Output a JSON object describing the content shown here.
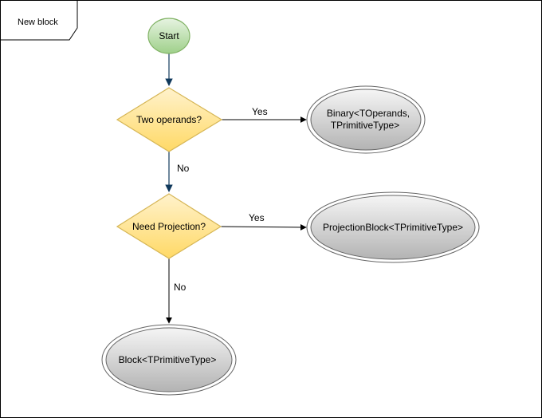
{
  "frame": {
    "title": "New block"
  },
  "nodes": {
    "start": {
      "label": "Start"
    },
    "decision_operands": {
      "label": "Two operands?"
    },
    "decision_projection": {
      "label": "Need Projection?"
    },
    "binary": {
      "label_line1": "Binary<TOperands,",
      "label_line2": "TPrimitiveType>"
    },
    "projection_block": {
      "label": "ProjectionBlock<TPrimitiveType>"
    },
    "block": {
      "label": "Block<TPrimitiveType>"
    }
  },
  "edges": {
    "operands_yes": "Yes",
    "operands_no": "No",
    "projection_yes": "Yes",
    "projection_no": "No"
  },
  "colors": {
    "start_fill": "#d5e8d4",
    "start_stroke": "#82b366",
    "decision_fill": "#ffe599",
    "decision_stroke": "#d6b656",
    "terminal_fill": "#d0d0d0",
    "terminal_stroke": "#666666",
    "edge_blue": "#10395c",
    "edge_black": "#000000"
  }
}
